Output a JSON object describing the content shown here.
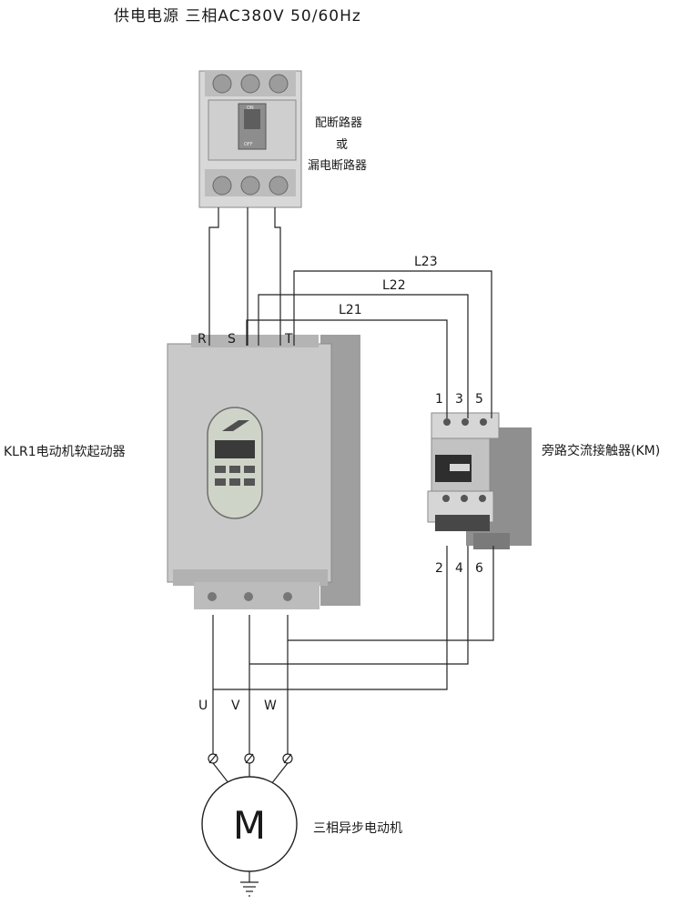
{
  "supply": {
    "label": "供电电源 三相AC380V 50/60Hz"
  },
  "breaker": {
    "caption_line1": "配断路器",
    "caption_line2": "或",
    "caption_line3": "漏电断路器",
    "on_text": "ON",
    "off_text": "OFF"
  },
  "soft_starter": {
    "caption": "KLR1电动机软起动器",
    "terminals_in": [
      "R",
      "S",
      "T"
    ],
    "terminals_out": [
      "U",
      "V",
      "W"
    ]
  },
  "bypass_wires": [
    "L21",
    "L22",
    "L23"
  ],
  "contactor": {
    "caption": "旁路交流接触器(KM)",
    "top_terminals": [
      "1",
      "3",
      "5"
    ],
    "bottom_terminals": [
      "2",
      "4",
      "6"
    ]
  },
  "motor": {
    "symbol": "M",
    "caption": "三相异步电动机"
  },
  "colors": {
    "wire": "#222222",
    "device_body": "#c9c9c9",
    "device_shade": "#9f9f9f",
    "panel": "#cfd4c8"
  }
}
